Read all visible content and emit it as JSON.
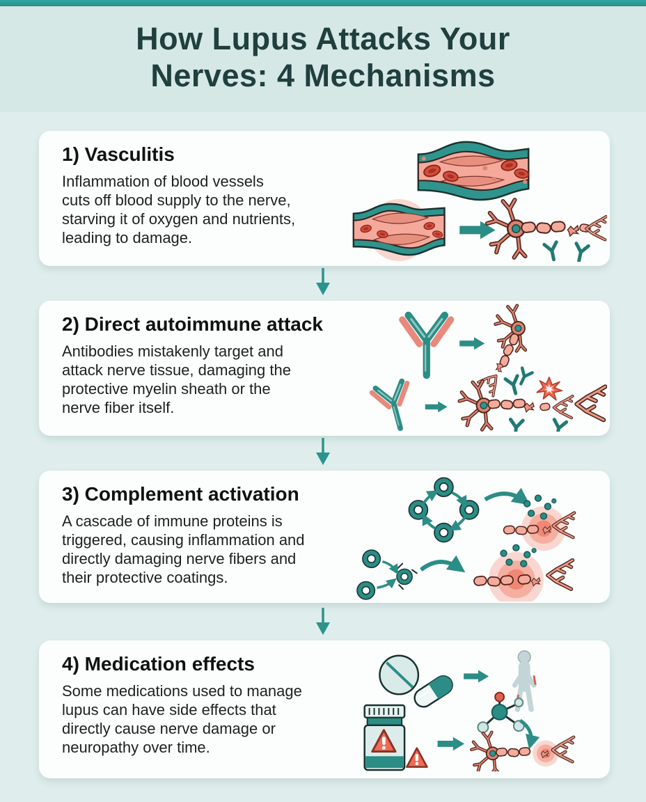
{
  "header": {
    "title": "How Lupus Attacks Your\nNerves: 4 Mechanisms"
  },
  "cards": [
    {
      "heading": "1) Vasculitis",
      "body": "Inflammation of blood vessels\ncuts off blood supply to the nerve,\nstarving it of oxygen and nutrients,\nleading to damage.",
      "illustration": "blood-vessel-to-damaged-nerve"
    },
    {
      "heading": "2) Direct autoimmune attack",
      "body": "Antibodies mistakenly target and\nattack nerve tissue, damaging the\nprotective myelin sheath or the\nnerve fiber itself.",
      "illustration": "antibody-attacking-neuron"
    },
    {
      "heading": "3) Complement activation",
      "body": "A cascade of immune proteins is\ntriggered, causing inflammation and\ndirectly damaging nerve fibers and\ntheir protective coatings.",
      "illustration": "complement-cascade-inflamed-nerve"
    },
    {
      "heading": "4) Medication effects",
      "body": "Some medications used to manage\nlupus can have side effects that\ndirectly cause nerve damage or\nneuropathy over time.",
      "illustration": "medication-pills-bottle-nerve-damage"
    }
  ],
  "icons": {
    "flow_between_cards": "down-arrow-icon",
    "card_1": [
      "blood-vessel-icon",
      "inflamed-narrowed-vessel-icon",
      "right-arrow-icon",
      "damaged-neuron-icon",
      "antibody-icon"
    ],
    "card_2": [
      "antibody-icon",
      "right-arrow-icon",
      "neuron-icon",
      "damaged-neuron-icon",
      "burst-icon"
    ],
    "card_3": [
      "complement-ring-cascade-icon",
      "curved-arrow-icon",
      "inflamed-nerve-icon",
      "complement-protein-dots-icon"
    ],
    "card_4": [
      "tablet-pill-icon",
      "capsule-pill-icon",
      "right-arrow-icon",
      "human-body-icon",
      "pill-bottle-icon",
      "warning-triangle-icon",
      "molecule-icon",
      "damaged-neuron-icon"
    ]
  },
  "colors": {
    "top_bar": "#2a9a94",
    "header_bg": "#d6e8e6",
    "page_bg": "#dfeeec",
    "card_bg": "#fcfdfd",
    "title_text": "#203f3f",
    "heading_text": "#111111",
    "body_text": "#1f1f1f",
    "teal_accent": "#2b948d",
    "salmon": "#e8897b",
    "red_cell": "#d14e3b",
    "warning_red": "#ee6b57"
  }
}
